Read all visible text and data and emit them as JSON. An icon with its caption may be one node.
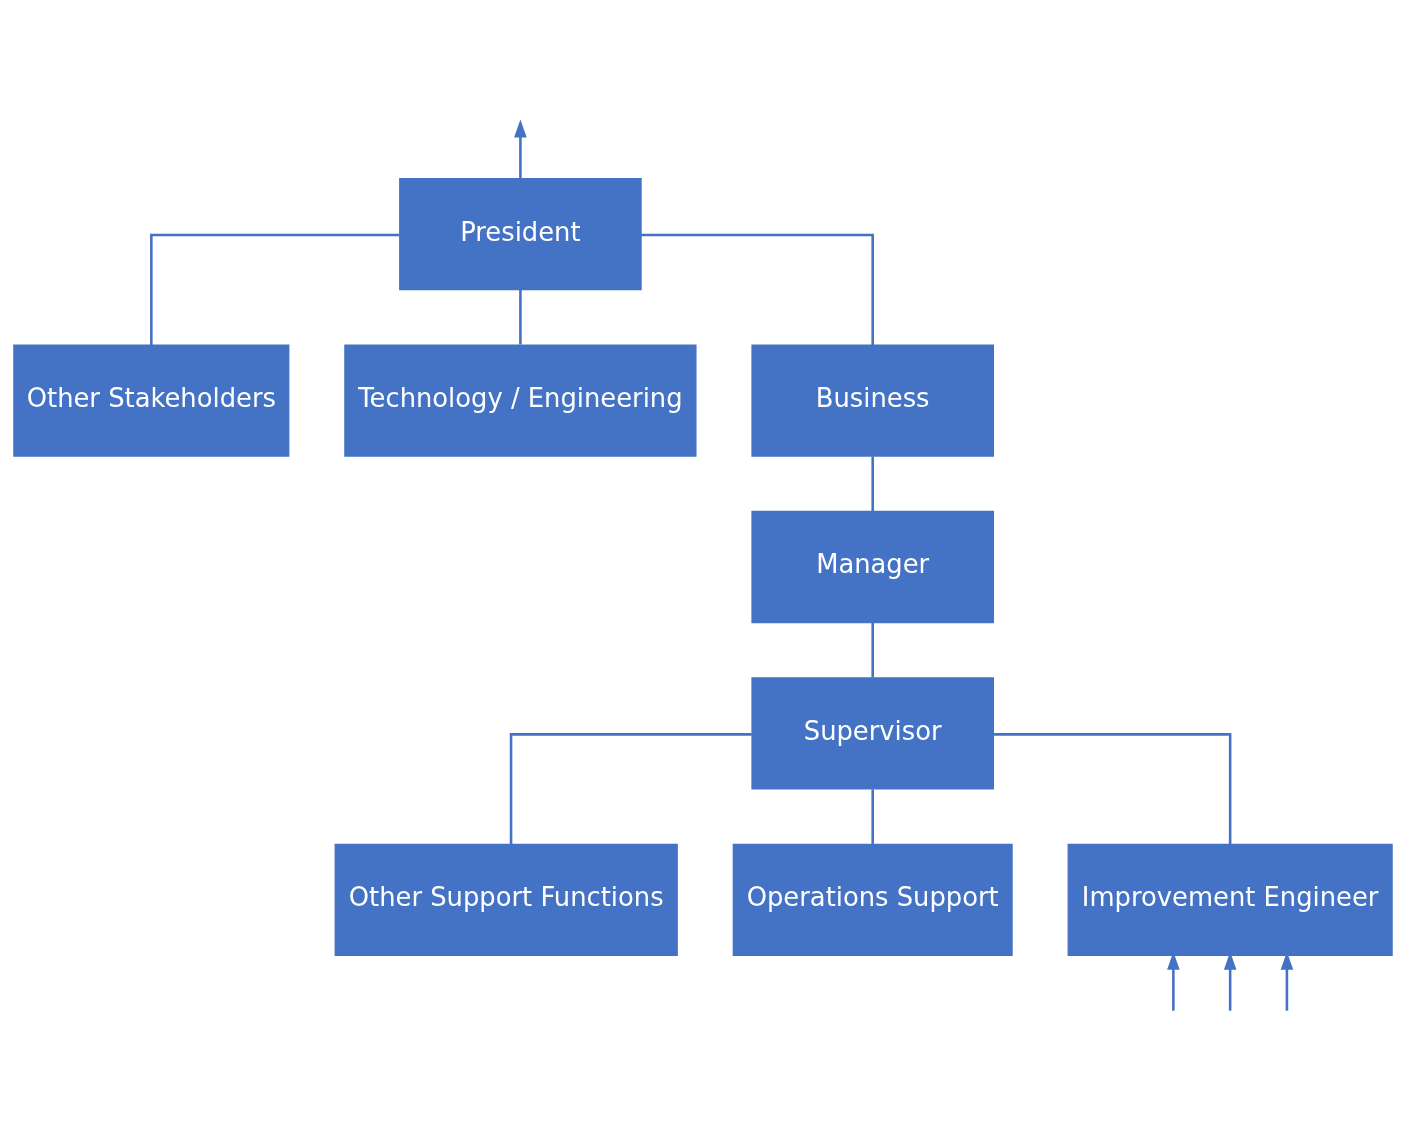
{
  "diagram": {
    "nodes": [
      {
        "text": [
          "President"
        ]
      },
      {
        "text": [
          "Other Stakeholders"
        ]
      },
      {
        "text": [
          "Technology / Engineering"
        ]
      },
      {
        "text": [
          "Business"
        ]
      },
      {
        "text": [
          "Manager"
        ]
      },
      {
        "text": [
          "Supervisor"
        ]
      },
      {
        "text": [
          "Other Support Functions"
        ]
      },
      {
        "text": [
          "Operations Support"
        ]
      },
      {
        "text": [
          "Improvement Engineer"
        ]
      }
    ],
    "edges": [
      {
        "from": 0,
        "to": null,
        "arrow": "to"
      },
      {
        "from": 0,
        "to": 1,
        "arrow": "none"
      },
      {
        "from": 0,
        "to": 2,
        "arrow": "none"
      },
      {
        "from": 0,
        "to": 3,
        "arrow": "none"
      },
      {
        "from": 3,
        "to": 4,
        "arrow": "none"
      },
      {
        "from": 4,
        "to": 5,
        "arrow": "none"
      },
      {
        "from": 5,
        "to": 6,
        "arrow": "none"
      },
      {
        "from": 5,
        "to": 7,
        "arrow": "none"
      },
      {
        "from": 5,
        "to": 8,
        "arrow": "none"
      },
      {
        "from": null,
        "to": 8,
        "arrow": "to"
      },
      {
        "from": null,
        "to": 8,
        "arrow": "to"
      },
      {
        "from": null,
        "to": 8,
        "arrow": "to"
      }
    ]
  }
}
